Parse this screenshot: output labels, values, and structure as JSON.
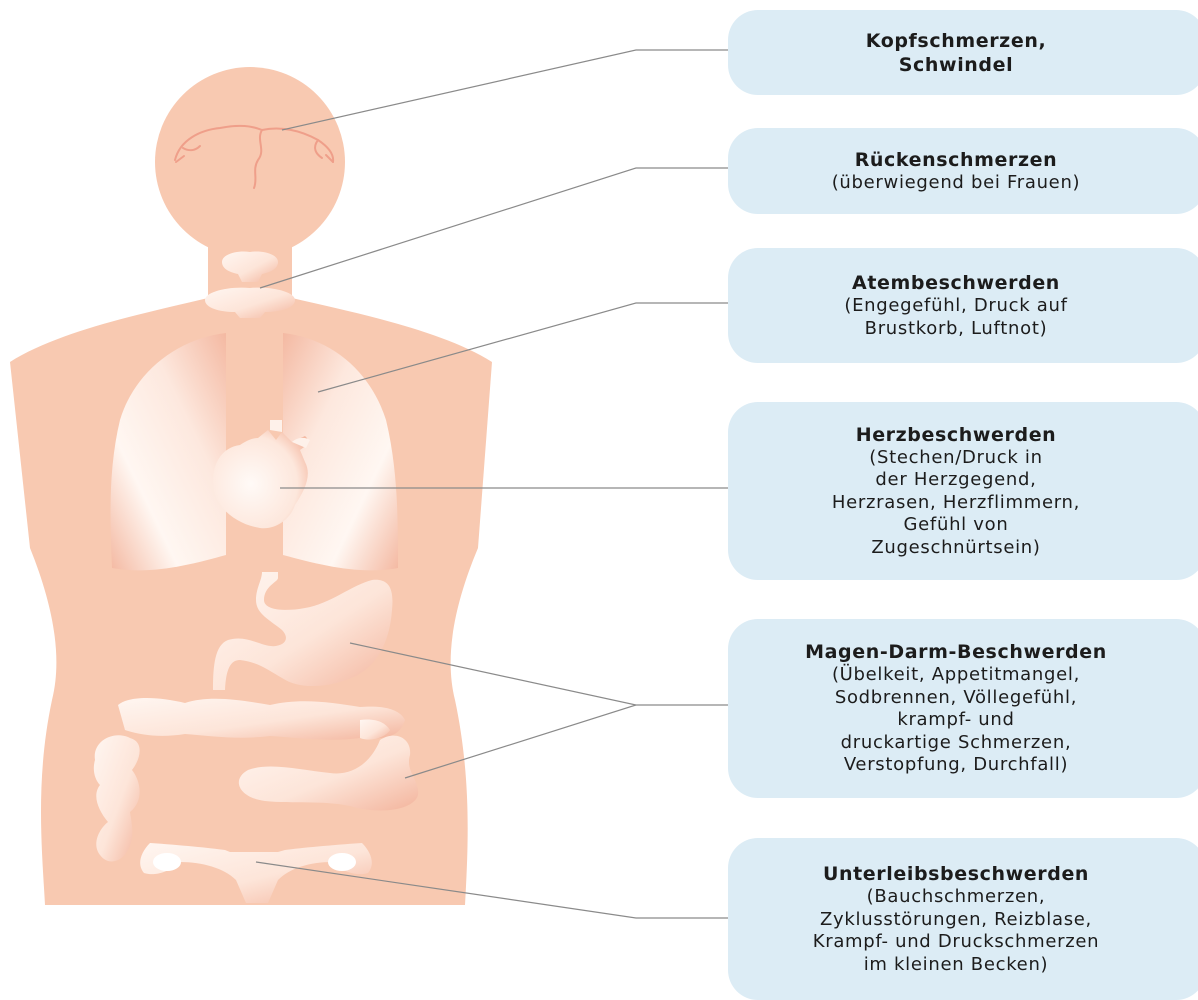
{
  "colors": {
    "skin": "#f8c9b1",
    "organ_light": "#fff4ee",
    "organ_dark": "#f4b79f",
    "box_fill": "#dcecf5",
    "leader_line": "#8a8a8a",
    "text": "#1c1c1c"
  },
  "labels": [
    {
      "id": "kopf",
      "title": "Kopfschmerzen,",
      "lines": [
        "Schwindel"
      ],
      "title_bold_lines": 2
    },
    {
      "id": "ruecken",
      "title": "Rückenschmerzen",
      "lines": [
        "(überwiegend bei Frauen)"
      ]
    },
    {
      "id": "atem",
      "title": "Atembeschwerden",
      "lines": [
        "(Engegefühl, Druck auf",
        "Brustkorb, Luftnot)"
      ]
    },
    {
      "id": "herz",
      "title": "Herzbeschwerden",
      "lines": [
        "(Stechen/Druck in",
        "der Herzgegend,",
        "Herzrasen, Herzflimmern,",
        "Gefühl von",
        "Zugeschnürtsein)"
      ]
    },
    {
      "id": "magen",
      "title": "Magen-Darm-Beschwerden",
      "lines": [
        "(Übelkeit, Appetitmangel,",
        "Sodbrennen, Völlegefühl,",
        "krampf- und",
        "druckartige Schmerzen,",
        "Verstopfung, Durchfall)"
      ]
    },
    {
      "id": "unterleib",
      "title": "Unterleibsbeschwerden",
      "lines": [
        "(Bauchschmerzen,",
        "Zyklusstörungen, Reizblase,",
        "Krampf- und Druckschmerzen",
        "im kleinen Becken)"
      ]
    }
  ]
}
